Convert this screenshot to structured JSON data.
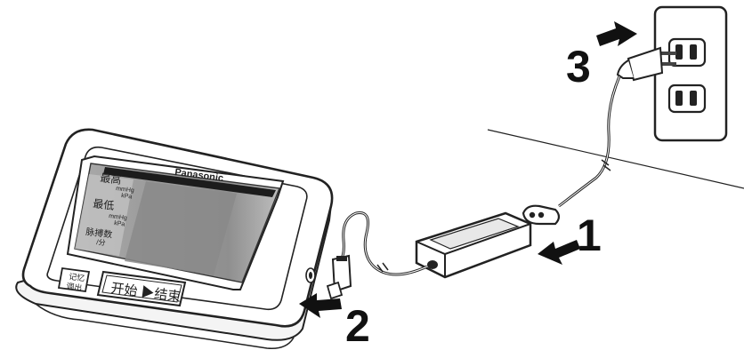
{
  "monitor": {
    "brand": "Panasonic",
    "labels": {
      "systolic": "最高",
      "diastolic": "最低",
      "pulse": "脉搏数",
      "pulse_unit": "/分",
      "unit_mmhg": "mmHg",
      "unit_kpa": "kPa"
    },
    "memory_button_line1": "记忆",
    "memory_button_line2": "调出",
    "start_button": "开始 ▶结束"
  },
  "steps": [
    "1",
    "2",
    "3"
  ],
  "colors": {
    "line": "#1a1a1a",
    "screen": "#9a9a9a",
    "screen_light": "#c4c4c4",
    "arrow": "#111111"
  }
}
